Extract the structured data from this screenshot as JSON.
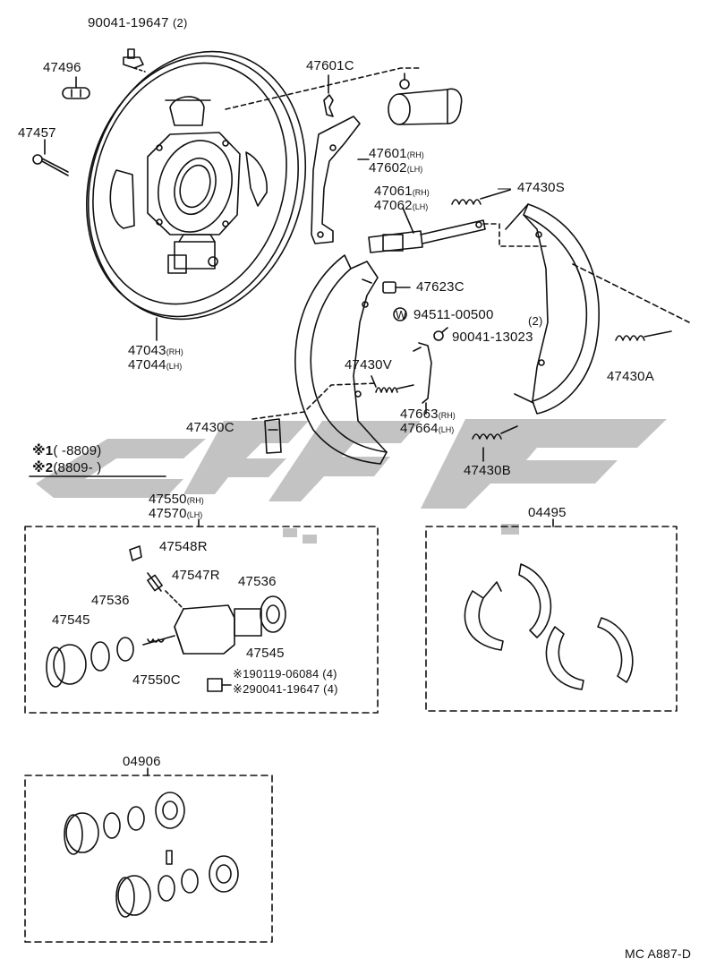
{
  "diagram_code": "MC A887-D",
  "colors": {
    "ink": "#111111",
    "watermark": "#b8b8b8",
    "paper": "#ffffff"
  },
  "legend": {
    "item1_mark": "※1",
    "item1_range": "(        -8809)",
    "item2_mark": "※2",
    "item2_range": "(8809-         )"
  },
  "parts": {
    "p90041_19647": {
      "number": "90041-19647",
      "qty": "(2)"
    },
    "p47496": {
      "number": "47496"
    },
    "p47457": {
      "number": "47457"
    },
    "p47601C": {
      "number": "47601C"
    },
    "p47601": {
      "number": "47601",
      "side": "(RH)"
    },
    "p47602": {
      "number": "47602",
      "side": "(LH)"
    },
    "p47061": {
      "number": "47061",
      "side": "(RH)"
    },
    "p47062": {
      "number": "47062",
      "side": "(LH)"
    },
    "p47430S": {
      "number": "47430S"
    },
    "p47623C": {
      "number": "47623C"
    },
    "p94511": {
      "number": "94511-00500",
      "mark": "W"
    },
    "p90041_13023": {
      "number": "90041-13023",
      "qty": "(2)"
    },
    "p47043": {
      "number": "47043",
      "side": "(RH)"
    },
    "p47044": {
      "number": "47044",
      "side": "(LH)"
    },
    "p47430V": {
      "number": "47430V"
    },
    "p47430A": {
      "number": "47430A"
    },
    "p47663": {
      "number": "47663",
      "side": "(RH)"
    },
    "p47664": {
      "number": "47664",
      "side": "(LH)"
    },
    "p47430C": {
      "number": "47430C"
    },
    "p47430B": {
      "number": "47430B"
    }
  },
  "wheel_cylinder_box": {
    "assy_rh": {
      "number": "47550",
      "side": "(RH)"
    },
    "assy_lh": {
      "number": "47570",
      "side": "(LH)"
    },
    "p47548R": "47548R",
    "p47547R": "47547R",
    "p47536_a": "47536",
    "p47536_b": "47536",
    "p47545_a": "47545",
    "p47545_b": "47545",
    "p47550C": "47550C",
    "bolt1": "※190119-06084 (4)",
    "bolt2": "※290041-19647 (4)"
  },
  "shoe_kit_box": {
    "number": "04495"
  },
  "cup_kit_box": {
    "number": "04906"
  }
}
